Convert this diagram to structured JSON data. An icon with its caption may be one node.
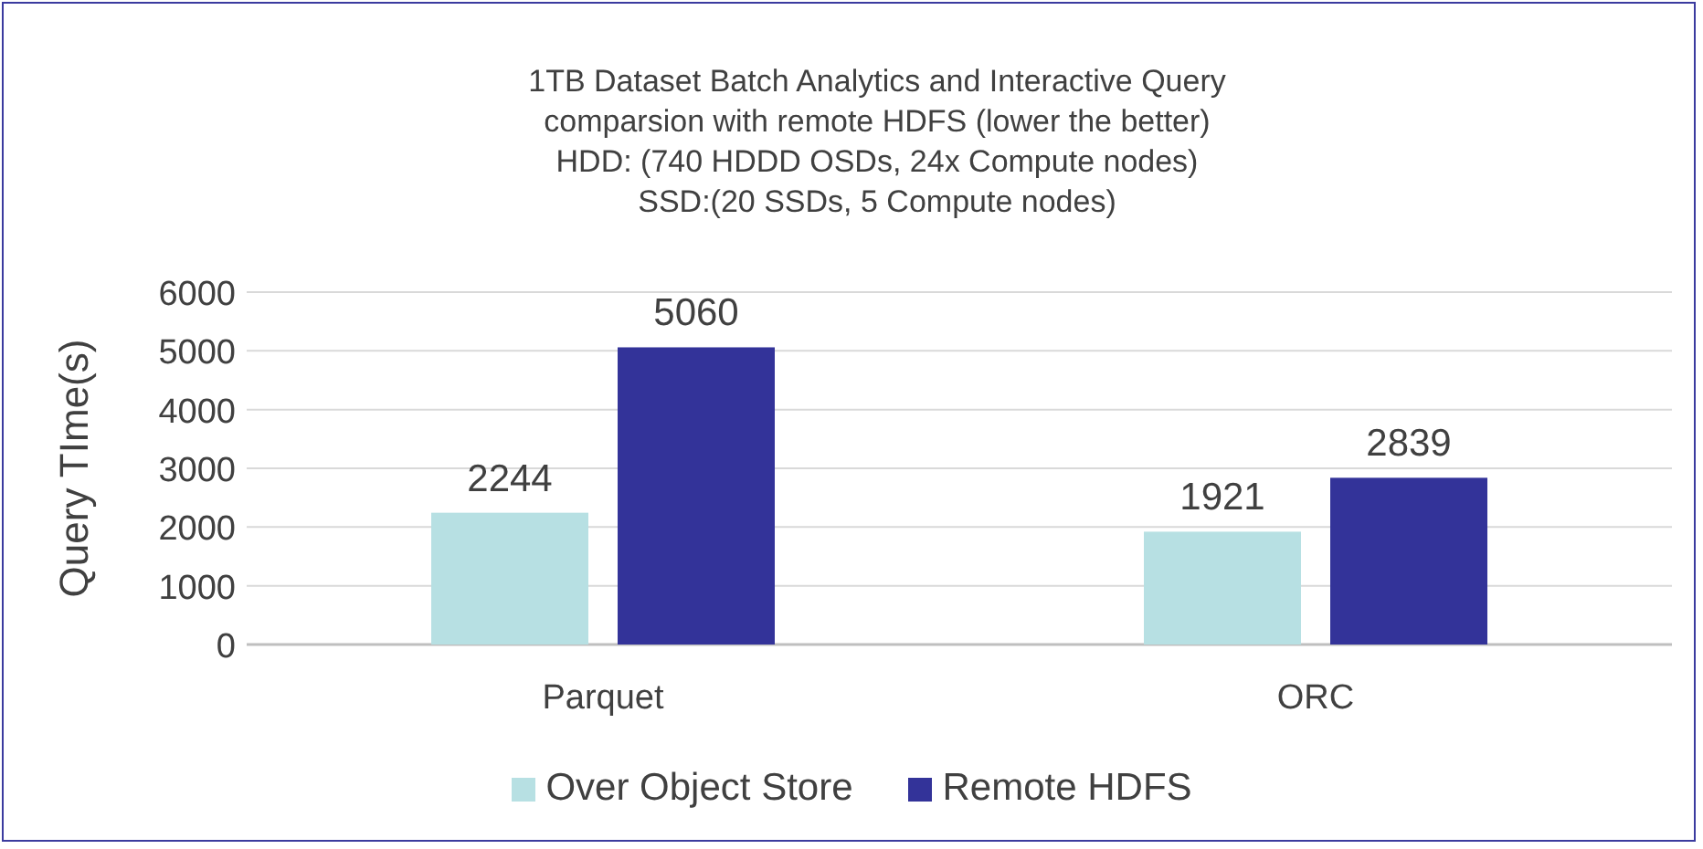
{
  "diagram": {
    "title": "1TB Dataset Batch Analytics and Interactive Query comparsion with remote HDFS (lower the better)",
    "labels": [
      "HDD: (740 HDDD OSDs, 24x Compute nodes)",
      "SSD:(20 SSDs, 5 Compute nodes)"
    ],
    "chart_data": {
      "type": "bar",
      "ylabel": "Query TIme(s)",
      "categories": [
        "Parquet",
        "ORC"
      ],
      "series": [
        {
          "name": "Over Object Store",
          "color": "#b7e0e3",
          "values": [
            2244,
            1921
          ]
        },
        {
          "name": "Remote HDFS",
          "color": "#333399",
          "values": [
            5060,
            2839
          ]
        }
      ],
      "ylim": [
        0,
        6000
      ],
      "yticks": [
        0,
        1000,
        2000,
        3000,
        4000,
        5000,
        6000
      ],
      "data_labels": true,
      "grid": true,
      "legend": true
    }
  }
}
